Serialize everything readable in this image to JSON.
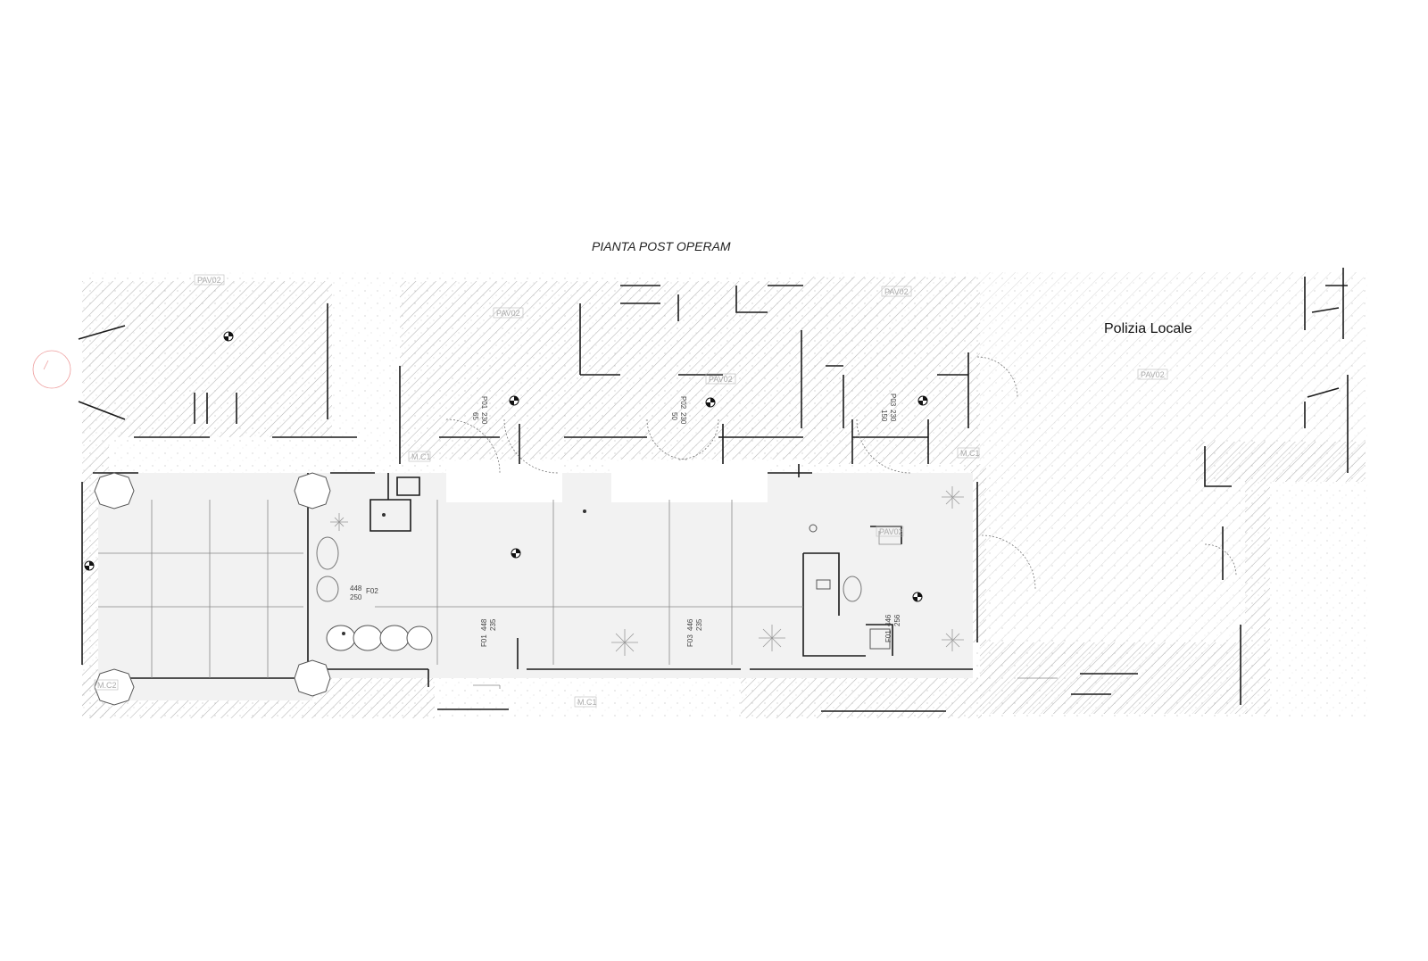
{
  "drawing": {
    "title": "PIANTA POST OPERAM",
    "room_name": "Polizia Locale"
  },
  "floor_tags": {
    "pav02_top_left": "PAV02",
    "pav02_top_mid": "PAV02",
    "pav02_top_right": "PAV02",
    "pav02_mid": "PAV02",
    "pav02_right": "PAV02",
    "pav02_inner": "PAV02",
    "mc1_left": "M.C1",
    "mc1_right": "M.C1",
    "mc1_bottom": "M.C1",
    "mc2_corner": "M.C2"
  },
  "door_tags": {
    "p01": {
      "code": "P01",
      "w": "230",
      "h": "65"
    },
    "p02": {
      "code": "P02",
      "w": "230",
      "h": "50"
    },
    "p03": {
      "code": "P03",
      "w": "230",
      "h": "150"
    }
  },
  "window_tags": {
    "f01": {
      "code": "F01",
      "w": "448",
      "h": "235"
    },
    "f02": {
      "code": "F02",
      "w": "448",
      "h": "250"
    },
    "f03": {
      "code": "F03",
      "w": "446",
      "h": "235"
    },
    "f04": {
      "code": "F01",
      "w": "446",
      "h": "256"
    }
  },
  "colors": {
    "wall": "#1a1a1a",
    "hatch": "#b5b5b5",
    "fill_room": "#f2f2f2",
    "north_arrow": "#e35a5a"
  }
}
